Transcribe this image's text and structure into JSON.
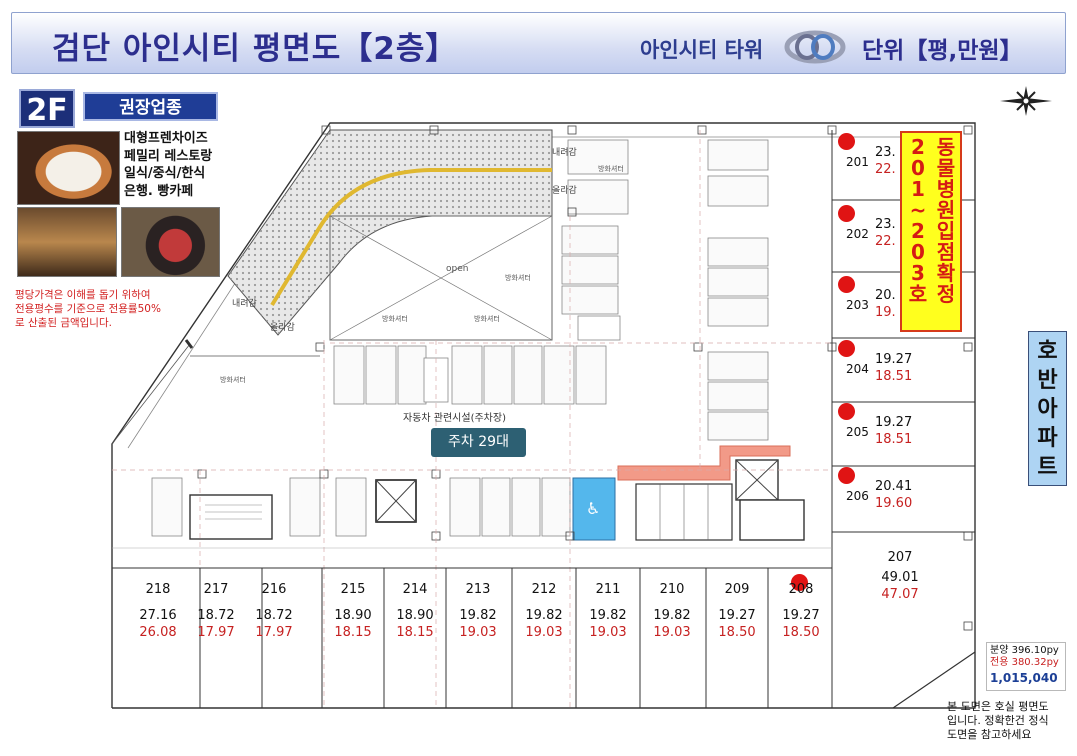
{
  "header": {
    "title": "검단 아인시티 평면도【2층】",
    "brand": "아인시티 타워",
    "unit": "단위【평,만원】"
  },
  "floor": "2F",
  "category": {
    "label": "권장업종",
    "items": [
      "대형프렌차이즈",
      "페밀리 레스토랑",
      "일식/중식/한식",
      "은행. 빵카페"
    ]
  },
  "price_note": [
    "평당가격은 이해를 돕기 위하여",
    "전용평수를 기준으로 전용률50%",
    "로 산출된 금액입니다."
  ],
  "parking_label": "주차 29대",
  "facility_label": "자동차 관련시설(주차장)",
  "map_labels": {
    "down1": "내려감",
    "up1": "올라감",
    "down2": "내려감",
    "up2": "올라감",
    "open": "open",
    "firewall": "방화셔터"
  },
  "adjacent_label": "호반아파트",
  "notice": {
    "col_a": [
      "동",
      "물",
      "병",
      "원",
      "입",
      "점",
      "확",
      "정"
    ],
    "col_b": [
      "2",
      "0",
      "1",
      "~",
      "2",
      "0",
      "3",
      "호"
    ]
  },
  "right_units": [
    {
      "no": "201",
      "area": "23.",
      "net": "22.",
      "reserved": true
    },
    {
      "no": "202",
      "area": "23.",
      "net": "22.",
      "reserved": true
    },
    {
      "no": "203",
      "area": "20.",
      "net": "19.",
      "reserved": true
    },
    {
      "no": "204",
      "area": "19.27",
      "net": "18.51",
      "reserved": true
    },
    {
      "no": "205",
      "area": "19.27",
      "net": "18.51",
      "reserved": true
    },
    {
      "no": "206",
      "area": "20.41",
      "net": "19.60",
      "reserved": true
    }
  ],
  "unit_207": {
    "no": "207",
    "area": "49.01",
    "net": "47.07"
  },
  "bottom_units": [
    {
      "no": "218",
      "area": "27.16",
      "net": "26.08",
      "reserved": false
    },
    {
      "no": "217",
      "area": "18.72",
      "net": "17.97",
      "reserved": false
    },
    {
      "no": "216",
      "area": "18.72",
      "net": "17.97",
      "reserved": false
    },
    {
      "no": "215",
      "area": "18.90",
      "net": "18.15",
      "reserved": false
    },
    {
      "no": "214",
      "area": "18.90",
      "net": "18.15",
      "reserved": false
    },
    {
      "no": "213",
      "area": "19.82",
      "net": "19.03",
      "reserved": false
    },
    {
      "no": "212",
      "area": "19.82",
      "net": "19.03",
      "reserved": false
    },
    {
      "no": "211",
      "area": "19.82",
      "net": "19.03",
      "reserved": false
    },
    {
      "no": "210",
      "area": "19.82",
      "net": "19.03",
      "reserved": false
    },
    {
      "no": "209",
      "area": "19.27",
      "net": "18.50",
      "reserved": false
    },
    {
      "no": "208",
      "area": "19.27",
      "net": "18.50",
      "reserved": true
    }
  ],
  "totals": {
    "sale": "분양 396.10py",
    "exclusive": "전용 380.32py",
    "price": "1,015,040"
  },
  "disclaimer": [
    "본 도면은 호실 평면도",
    "입니다. 정확한건 정식",
    "도면을 참고하세요"
  ],
  "colors": {
    "title": "#2c2e8e",
    "reserved_dot": "#e01414",
    "notice_bg": "#ffff1e",
    "notice_text": "#d51b14",
    "net_area": "#c62121",
    "parking_badge": "#2d6073",
    "adjacent_bg": "#aed4f3",
    "ramp_line": "#e0b830"
  },
  "icons": [
    "compass-icon",
    "brand-logo-icon",
    "elevator-icon",
    "accessible-icon",
    "restroom-icon"
  ]
}
